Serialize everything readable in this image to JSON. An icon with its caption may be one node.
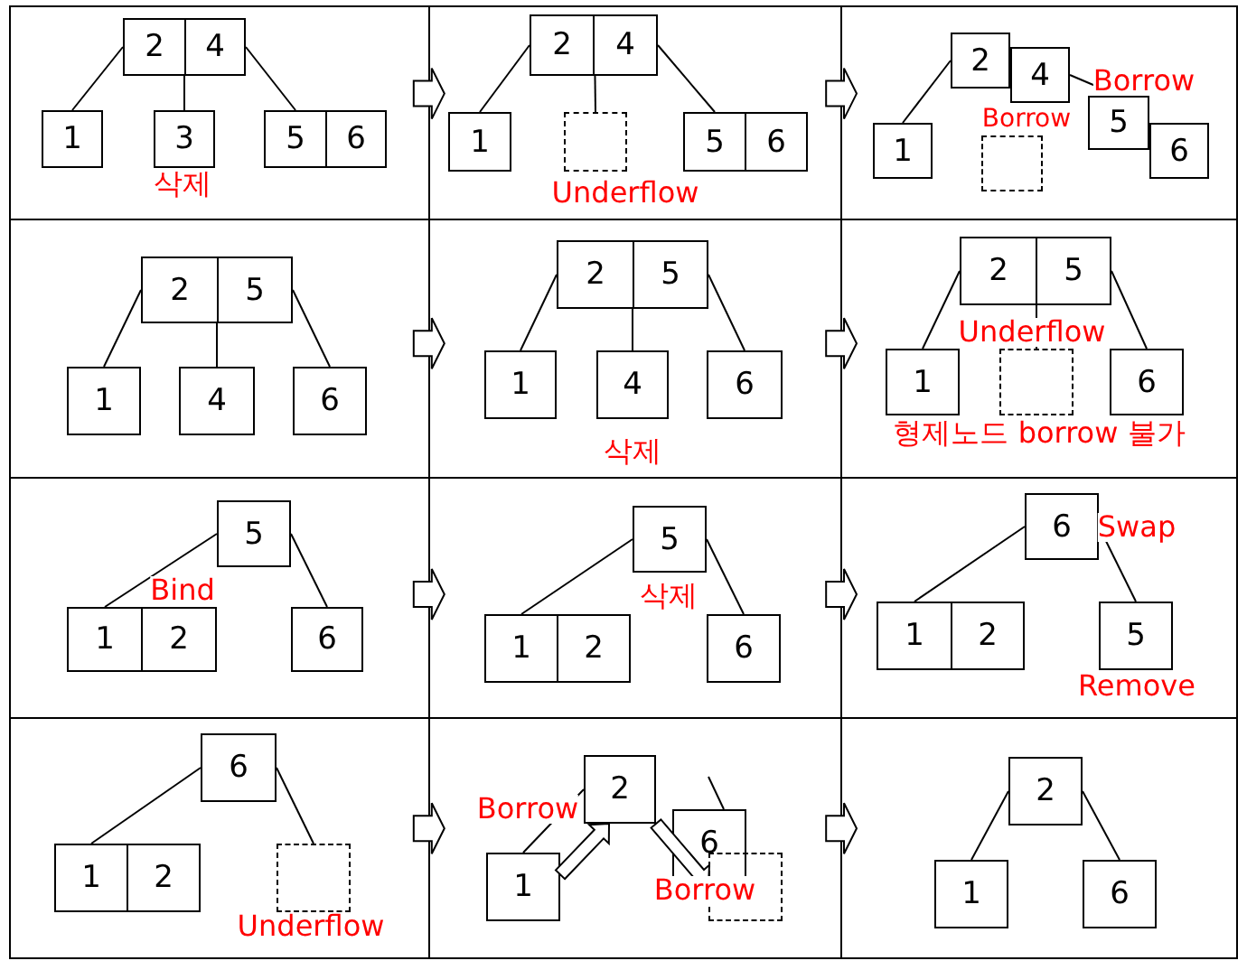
{
  "diagram": {
    "nodes": [
      {
        "text": [],
        "shape": "panel"
      },
      {
        "text": [
          "2"
        ],
        "in": 0
      },
      {
        "text": [
          "4"
        ],
        "in": 0
      },
      {
        "text": [
          "1"
        ],
        "in": 0
      },
      {
        "text": [
          "3"
        ],
        "in": 0
      },
      {
        "text": [
          "5"
        ],
        "in": 0
      },
      {
        "text": [
          "6"
        ],
        "in": 0
      },
      {
        "text": [],
        "shape": "panel"
      },
      {
        "text": [
          "2"
        ],
        "in": 7
      },
      {
        "text": [
          "4"
        ],
        "in": 7
      },
      {
        "text": [
          "1"
        ],
        "in": 7
      },
      {
        "text": [],
        "shape": "box",
        "in": 7
      },
      {
        "text": [
          "5"
        ],
        "in": 7
      },
      {
        "text": [
          "6"
        ],
        "in": 7
      },
      {
        "text": [],
        "shape": "panel"
      },
      {
        "text": [
          "2"
        ],
        "in": 14
      },
      {
        "text": [
          "4"
        ],
        "in": 14
      },
      {
        "text": [
          "1"
        ],
        "in": 14
      },
      {
        "text": [],
        "shape": "box",
        "in": 14
      },
      {
        "text": [
          "5"
        ],
        "in": 14
      },
      {
        "text": [
          "6"
        ],
        "in": 14
      },
      {
        "text": [],
        "shape": "panel"
      },
      {
        "text": [
          "2"
        ],
        "in": 21
      },
      {
        "text": [
          "5"
        ],
        "in": 21
      },
      {
        "text": [
          "1"
        ],
        "in": 21
      },
      {
        "text": [
          "4"
        ],
        "in": 21
      },
      {
        "text": [
          "6"
        ],
        "in": 21
      },
      {
        "text": [],
        "shape": "panel"
      },
      {
        "text": [
          "2"
        ],
        "in": 27
      },
      {
        "text": [
          "5"
        ],
        "in": 27
      },
      {
        "text": [
          "1"
        ],
        "in": 27
      },
      {
        "text": [
          "4"
        ],
        "in": 27
      },
      {
        "text": [
          "6"
        ],
        "in": 27
      },
      {
        "text": [],
        "shape": "panel"
      },
      {
        "text": [
          "2"
        ],
        "in": 33
      },
      {
        "text": [
          "5"
        ],
        "in": 33
      },
      {
        "text": [
          "1"
        ],
        "in": 33
      },
      {
        "text": [],
        "shape": "box",
        "in": 33
      },
      {
        "text": [
          "6"
        ],
        "in": 33
      },
      {
        "text": [],
        "shape": "panel"
      },
      {
        "text": [
          "5"
        ],
        "in": 39
      },
      {
        "text": [
          "1"
        ],
        "in": 39
      },
      {
        "text": [
          "2"
        ],
        "in": 39
      },
      {
        "text": [
          "6"
        ],
        "in": 39
      },
      {
        "text": [],
        "shape": "panel"
      },
      {
        "text": [
          "5"
        ],
        "in": 44
      },
      {
        "text": [
          "1"
        ],
        "in": 44
      },
      {
        "text": [
          "2"
        ],
        "in": 44
      },
      {
        "text": [
          "6"
        ],
        "in": 44
      },
      {
        "text": [],
        "shape": "panel"
      },
      {
        "text": [
          "6"
        ],
        "in": 49
      },
      {
        "text": [
          "1"
        ],
        "in": 49
      },
      {
        "text": [
          "2"
        ],
        "in": 49
      },
      {
        "text": [
          "5"
        ],
        "in": 49
      },
      {
        "text": [],
        "shape": "panel"
      },
      {
        "text": [
          "6"
        ],
        "in": 54
      },
      {
        "text": [
          "1"
        ],
        "in": 54
      },
      {
        "text": [
          "2"
        ],
        "in": 54
      },
      {
        "text": [],
        "shape": "box",
        "in": 54
      },
      {
        "text": [],
        "shape": "panel"
      },
      {
        "text": [
          "2"
        ],
        "in": 59
      },
      {
        "text": [
          "1"
        ],
        "in": 59
      },
      {
        "text": [
          "6"
        ],
        "in": 59
      },
      {
        "text": [],
        "shape": "box",
        "in": 59
      },
      {
        "text": [],
        "shape": "panel"
      },
      {
        "text": [
          "2"
        ],
        "in": 64
      },
      {
        "text": [
          "1"
        ],
        "in": 64
      },
      {
        "text": [
          "6"
        ],
        "in": 64
      }
    ],
    "edges": [
      {
        "from": 1,
        "to": 3,
        "arrow": "none"
      },
      {
        "from": 1,
        "to": 4,
        "arrow": "none"
      },
      {
        "from": 2,
        "to": 5,
        "arrow": "none"
      },
      {
        "from": 8,
        "to": 10,
        "arrow": "none"
      },
      {
        "from": 8,
        "to": 11,
        "arrow": "none"
      },
      {
        "from": 9,
        "to": 12,
        "arrow": "none"
      },
      {
        "from": 15,
        "to": 17,
        "arrow": "none"
      },
      {
        "from": 16,
        "to": 19,
        "arrow": "none"
      },
      {
        "from": 22,
        "to": 24,
        "arrow": "none"
      },
      {
        "from": 22,
        "to": 25,
        "arrow": "none"
      },
      {
        "from": 23,
        "to": 26,
        "arrow": "none"
      },
      {
        "from": 28,
        "to": 30,
        "arrow": "none"
      },
      {
        "from": 28,
        "to": 31,
        "arrow": "none"
      },
      {
        "from": 29,
        "to": 32,
        "arrow": "none"
      },
      {
        "from": 34,
        "to": 36,
        "arrow": "none"
      },
      {
        "from": 34,
        "to": 37,
        "arrow": "none"
      },
      {
        "from": 35,
        "to": 38,
        "arrow": "none"
      },
      {
        "from": 40,
        "to": 41,
        "arrow": "none"
      },
      {
        "from": 40,
        "to": 43,
        "arrow": "none"
      },
      {
        "from": 45,
        "to": 46,
        "arrow": "none"
      },
      {
        "from": 45,
        "to": 48,
        "arrow": "none"
      },
      {
        "from": 50,
        "to": 51,
        "arrow": "none"
      },
      {
        "from": 50,
        "to": 53,
        "arrow": "none"
      },
      {
        "from": 55,
        "to": 56,
        "arrow": "none"
      },
      {
        "from": 55,
        "to": 58,
        "arrow": "none"
      },
      {
        "from": 60,
        "to": 61,
        "arrow": "none"
      },
      {
        "from": null,
        "to": 62,
        "arrow": "none"
      },
      {
        "from": 61,
        "to": 60,
        "arrow": "to",
        "style": "thick"
      },
      {
        "from": 60,
        "to": 63,
        "arrow": "to",
        "style": "thick"
      },
      {
        "from": 65,
        "to": 66,
        "arrow": "none"
      },
      {
        "from": 65,
        "to": 67,
        "arrow": "none"
      },
      {
        "from": 0,
        "to": 7,
        "arrow": "to",
        "style": "thick"
      },
      {
        "from": 7,
        "to": 14,
        "arrow": "to",
        "style": "thick"
      },
      {
        "from": 21,
        "to": 27,
        "arrow": "to",
        "style": "thick"
      },
      {
        "from": 27,
        "to": 33,
        "arrow": "to",
        "style": "thick"
      },
      {
        "from": 39,
        "to": 44,
        "arrow": "to",
        "style": "thick"
      },
      {
        "from": 44,
        "to": 49,
        "arrow": "to",
        "style": "thick"
      },
      {
        "from": 54,
        "to": 59,
        "arrow": "to",
        "style": "thick"
      },
      {
        "from": 59,
        "to": 64,
        "arrow": "to",
        "style": "thick"
      }
    ],
    "labels": [
      "삭제",
      "Underflow",
      "Borrow",
      "Borrow",
      "삭제",
      "Underflow",
      "형제노드 borrow 불가",
      "Bind",
      "삭제",
      "Swap",
      "Remove",
      "Underflow",
      "Borrow",
      "Borrow"
    ]
  }
}
